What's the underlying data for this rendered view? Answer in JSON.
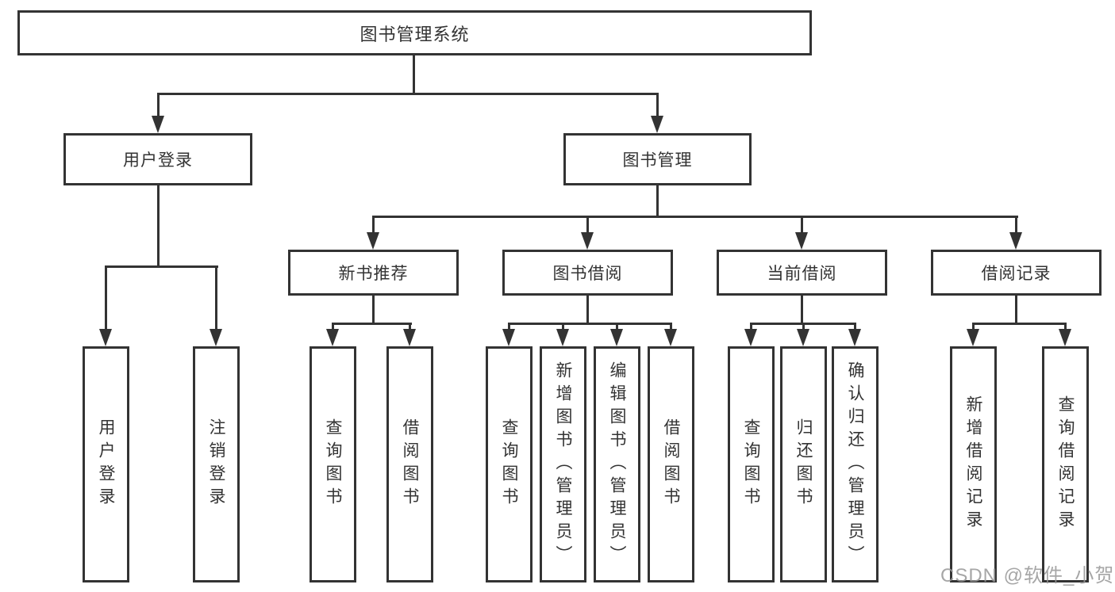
{
  "diagram_type": "hierarchy-tree",
  "colors": {
    "line": "#333333",
    "text": "#333333",
    "box_background": "#ffffff",
    "page_background": "#ffffff",
    "watermark": "#969696"
  },
  "watermark": "CSDN @软件_小贺同学",
  "tree": {
    "label": "图书管理系统",
    "children": [
      {
        "label": "用户登录",
        "children": [
          {
            "label": "用户登录"
          },
          {
            "label": "注销登录"
          }
        ]
      },
      {
        "label": "图书管理",
        "children": [
          {
            "label": "新书推荐",
            "children": [
              {
                "label": "查询图书"
              },
              {
                "label": "借阅图书"
              }
            ]
          },
          {
            "label": "图书借阅",
            "children": [
              {
                "label": "查询图书"
              },
              {
                "label": "新增图书（管理员）"
              },
              {
                "label": "编辑图书（管理员）"
              },
              {
                "label": "借阅图书"
              }
            ]
          },
          {
            "label": "当前借阅",
            "children": [
              {
                "label": "查询图书"
              },
              {
                "label": "归还图书"
              },
              {
                "label": "确认归还（管理员）"
              }
            ]
          },
          {
            "label": "借阅记录",
            "children": [
              {
                "label": "新增借阅记录"
              },
              {
                "label": "查询借阅记录"
              }
            ]
          }
        ]
      }
    ]
  }
}
